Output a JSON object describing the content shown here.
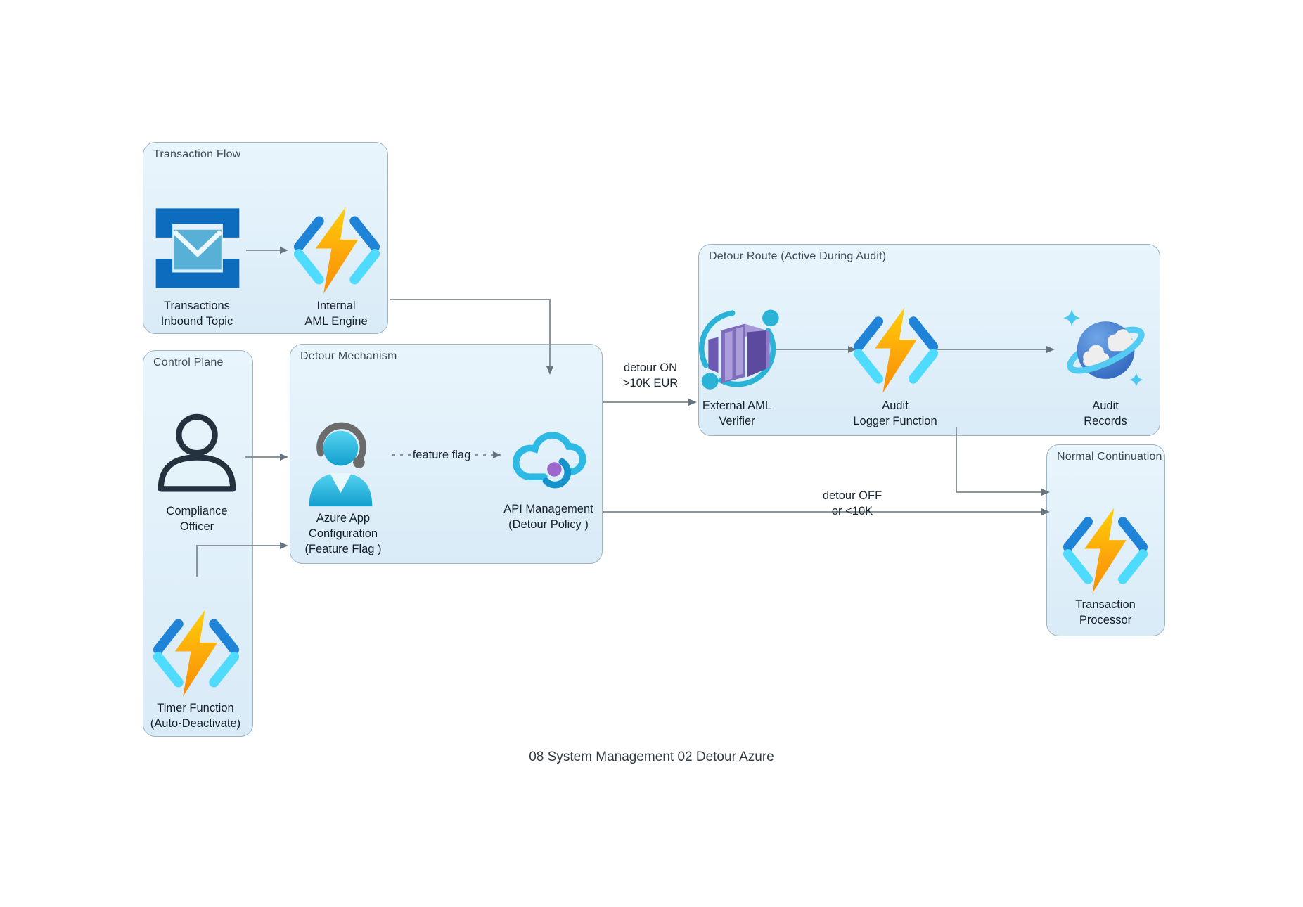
{
  "footer": {
    "title": "08 System Management 02 Detour Azure"
  },
  "groups": {
    "transaction_flow": {
      "label": "Transaction Flow"
    },
    "control_plane": {
      "label": "Control Plane"
    },
    "detour_mechanism": {
      "label": "Detour Mechanism"
    },
    "detour_route": {
      "label": "Detour Route (Active During Audit)"
    },
    "normal_continuation": {
      "label": "Normal Continuation"
    }
  },
  "nodes": {
    "inbound_topic": {
      "line1": "Transactions",
      "line2": "Inbound Topic"
    },
    "internal_aml": {
      "line1": "Internal",
      "line2": "AML Engine"
    },
    "compliance_officer": {
      "line1": "Compliance",
      "line2": "Officer"
    },
    "timer_function": {
      "line1": "Timer Function",
      "line2": "(Auto-Deactivate)"
    },
    "app_configuration": {
      "line1": "Azure App",
      "line2": "Configuration",
      "line3": "(Feature Flag )"
    },
    "api_management": {
      "line1": "API Management",
      "line2": "(Detour Policy )"
    },
    "external_aml": {
      "line1": "External AML",
      "line2": "Verifier"
    },
    "audit_logger": {
      "line1": "Audit",
      "line2": "Logger Function"
    },
    "audit_records": {
      "line1": "Audit",
      "line2": "Records"
    },
    "transaction_processor": {
      "line1": "Transaction",
      "line2": "Processor"
    }
  },
  "edges": {
    "feature_flag": {
      "label": "feature flag"
    },
    "detour_on": {
      "line1": "detour ON",
      "line2": ">10K EUR"
    },
    "detour_off": {
      "line1": "detour OFF",
      "line2": "or <10K"
    }
  },
  "colors": {
    "group_fill": "#e1f0fa",
    "group_border": "#9fb2c0",
    "connector_gray": "#8a959e",
    "arrowhead_gray": "#66747e",
    "bolt_yellow": "#ffd007",
    "bolt_orange": "#f88d05",
    "bracket_blue": "#1f83d8",
    "bracket_cyan": "#4fdbfd",
    "topic_blue": "#0d6cbd",
    "envelope_blue": "#58b0d6",
    "person_outline_navy": "#24313f",
    "agent_teal": "#2bbde4",
    "headset_gray": "#6b6b6b",
    "apim_cyan": "#2cb9e3",
    "apim_purple": "#9c68cd",
    "aci_purple": "#7e6cbc",
    "orbit_teal": "#2ab3d6",
    "cosmos_blue": "#2f6cc2",
    "ring_cyan": "#53cbf2"
  }
}
